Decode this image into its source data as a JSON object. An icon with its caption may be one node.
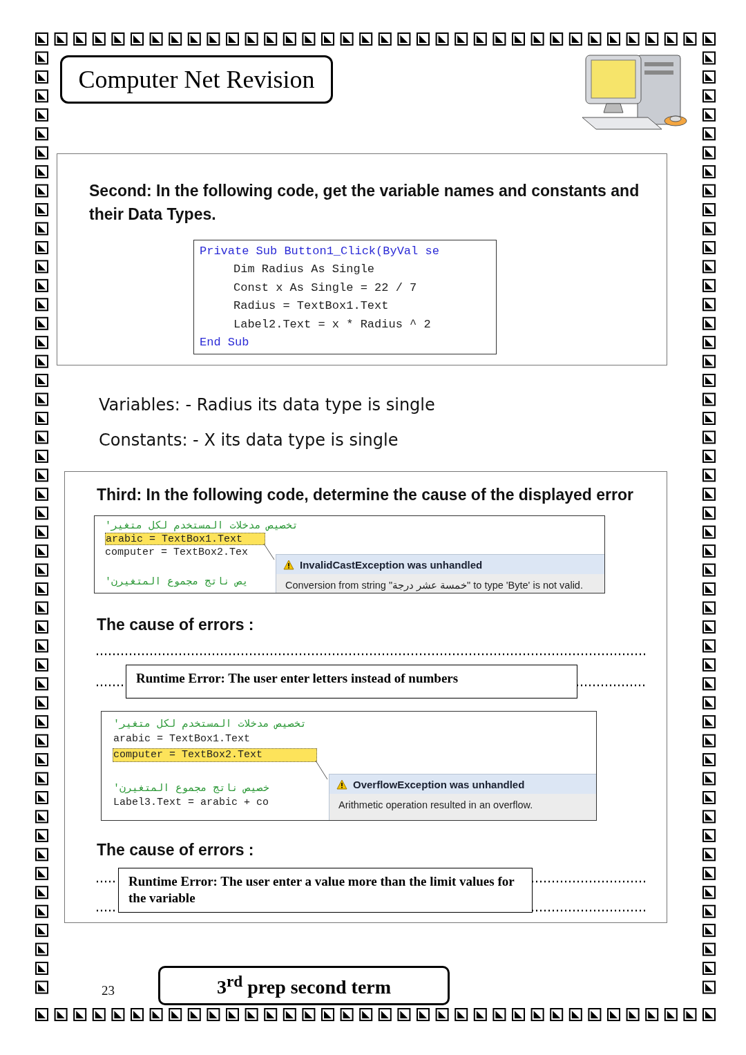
{
  "diagram": {
    "nodes": [
      {
        "text": [
          "Computer Net Revision"
        ]
      },
      {
        "text": [
          "Second: In the following code, get the variable names and constants and their Data Types."
        ]
      },
      {
        "text": [
          "Private Sub Button1_Click(ByVal se",
          "Dim Radius As Single",
          "Const x As Single = 22 / 7",
          "Radius = TextBox1.Text",
          "Label2.Text = x * Radius ^ 2",
          "End Sub"
        ],
        "in": 1
      },
      {
        "text": [
          "Third: In the following code, determine the cause of the displayed error",
          "The cause of errors :",
          "The cause of errors :"
        ]
      },
      {
        "text": [
          "'تخصيص مدخلات المستخدم لكل متغير",
          "computer = TextBox2.Tex",
          "'يص ناتج مجموع المتغيرن"
        ],
        "in": 3
      },
      {
        "text": [
          "arabic = TextBox1.Text"
        ],
        "in": 4
      },
      {
        "text": [
          "InvalidCastException was unhandled",
          "Conversion from string \"خمسة عشر درجة\" to type 'Byte' is not valid."
        ],
        "in": 4
      },
      {
        "text": [
          "Runtime Error: The user enter letters instead of numbers"
        ],
        "in": 3
      },
      {
        "text": [
          "'تخصيص مدخلات المستخدم لكل متغير",
          "arabic = TextBox1.Text",
          "'خصيص ناتج مجموع المتغيرن",
          "Label3.Text = arabic + co"
        ],
        "in": 3
      },
      {
        "text": [
          "computer = TextBox2.Text"
        ],
        "in": 8
      },
      {
        "text": [
          "OverflowException was unhandled",
          "Arithmetic operation resulted in an overflow."
        ],
        "in": 8
      },
      {
        "text": [
          "Runtime Error: The user enter a value more than the limit values for the variable"
        ],
        "in": 3
      },
      {
        "text": [
          "3$^{rd}$ prep second term"
        ]
      }
    ],
    "edges": [
      {
        "from": 5,
        "to": 6,
        "arrow": "none"
      },
      {
        "from": 9,
        "to": 10,
        "arrow": "none"
      }
    ],
    "labels": [
      "Variables: - Radius its data type is single",
      "Constants: - X its data type is single",
      "23"
    ]
  }
}
